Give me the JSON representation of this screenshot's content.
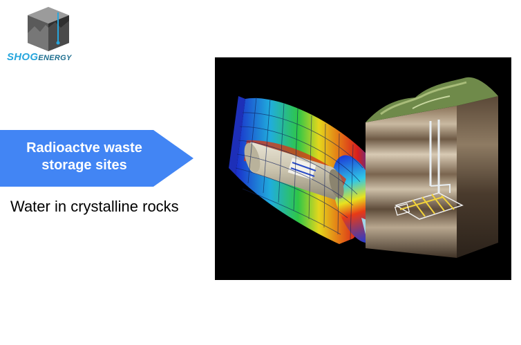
{
  "logo": {
    "brand_primary": "SHOG",
    "brand_secondary": "ENERGY",
    "colors": {
      "primary": "#27a6dd",
      "secondary": "#1d6e8f",
      "cube_dark": "#3a3a3a",
      "cube_light": "#8a8a8a"
    }
  },
  "banner": {
    "line1": "Radioactve waste",
    "line2": "storage sites",
    "color": "#4285f4"
  },
  "subtitle": "Water in crystalline rocks",
  "illustration": {
    "icon": "repository-cross-section-illustration",
    "background": "#000000"
  }
}
